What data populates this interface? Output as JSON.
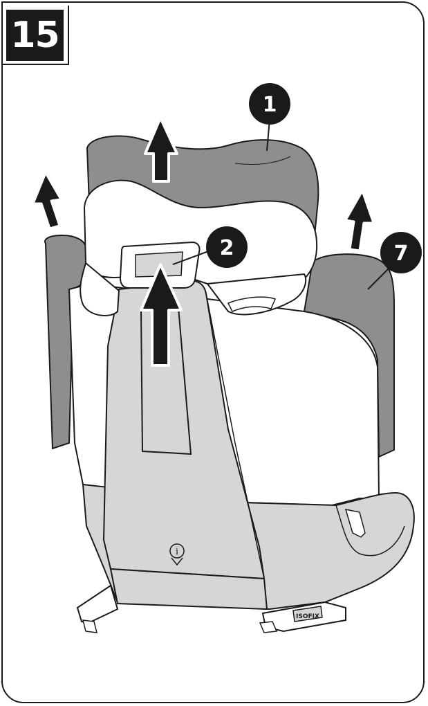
{
  "step": {
    "number": "15"
  },
  "callouts": [
    {
      "id": "1",
      "label": "1"
    },
    {
      "id": "2",
      "label": "2"
    },
    {
      "id": "7",
      "label": "7"
    }
  ],
  "colors": {
    "outline": "#1a1a1a",
    "dark_grey_part": "#8e8e8e",
    "light_grey_part": "#d6d6d6",
    "white_part": "#ffffff",
    "arrow": "#1a1a1a"
  },
  "labels": {
    "isofix_badge": "ISOFIX",
    "info_icon": "i"
  }
}
